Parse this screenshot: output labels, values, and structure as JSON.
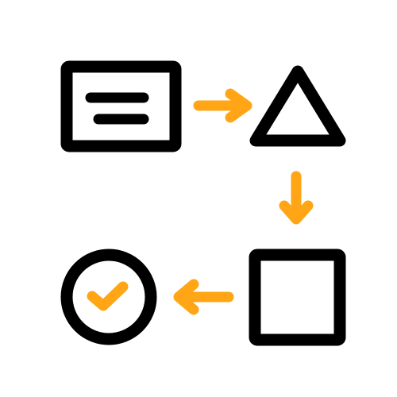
{
  "colors": {
    "stroke": "#000000",
    "accent": "#FFA516",
    "background": "#FFFFFF"
  },
  "diagram": {
    "type": "process-flow-icon",
    "nodes": [
      {
        "id": "document",
        "shape": "rectangle-with-text-lines",
        "icon": "document-icon"
      },
      {
        "id": "decision",
        "shape": "triangle",
        "icon": "triangle-icon"
      },
      {
        "id": "process",
        "shape": "square",
        "icon": "square-icon"
      },
      {
        "id": "done",
        "shape": "circle-with-check",
        "icon": "check-circle-icon"
      }
    ],
    "edges": [
      {
        "from": "document",
        "to": "decision",
        "direction": "right"
      },
      {
        "from": "decision",
        "to": "process",
        "direction": "down"
      },
      {
        "from": "process",
        "to": "done",
        "direction": "left"
      }
    ]
  }
}
